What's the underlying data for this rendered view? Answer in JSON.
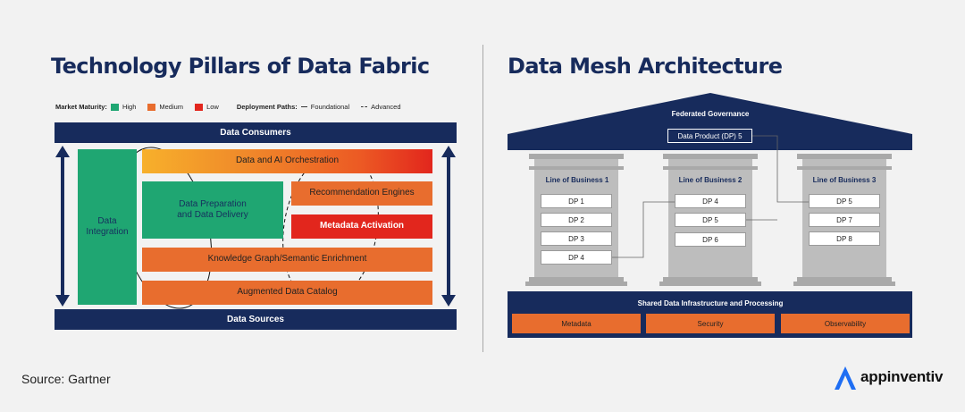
{
  "left": {
    "title": "Technology Pillars of Data Fabric",
    "legend": {
      "maturity_label": "Market Maturity:",
      "items": [
        {
          "label": "High",
          "color": "#1fa672"
        },
        {
          "label": "Medium",
          "color": "#e86d2e"
        },
        {
          "label": "Low",
          "color": "#e2261d"
        }
      ],
      "paths_label": "Deployment Paths:",
      "foundational": "Foundational",
      "advanced": "Advanced"
    },
    "top_bar": "Data Consumers",
    "bottom_bar": "Data Sources",
    "data_integration": "Data\nIntegration",
    "orchestration": "Data and AI Orchestration",
    "data_prep": "Data Preparation\nand Data Delivery",
    "recommendation": "Recommendation Engines",
    "metadata_activation": "Metadata Activation",
    "knowledge_graph": "Knowledge Graph/Semantic Enrichment",
    "data_catalog": "Augmented Data Catalog"
  },
  "right": {
    "title": "Data Mesh Architecture",
    "governance": "Federated Governance",
    "roof_product": "Data Product (DP) 5",
    "pillars": [
      {
        "title": "Line of Business 1",
        "items": [
          "DP 1",
          "DP 2",
          "DP 3",
          "DP 4"
        ]
      },
      {
        "title": "Line of Business 2",
        "items": [
          "DP 4",
          "DP 5",
          "DP 6"
        ]
      },
      {
        "title": "Line of Business 3",
        "items": [
          "DP 5",
          "DP 7",
          "DP 8"
        ]
      }
    ],
    "infra_title": "Shared Data Infrastructure and Processing",
    "infra_items": [
      "Metadata",
      "Security",
      "Observability"
    ]
  },
  "source": "Source: Gartner",
  "brand": "appinventiv",
  "colors": {
    "navy": "#172b5c",
    "green": "#1fa672",
    "orange": "#e86d2e",
    "red": "#e2261d",
    "pillar": "#bdbdbd"
  }
}
